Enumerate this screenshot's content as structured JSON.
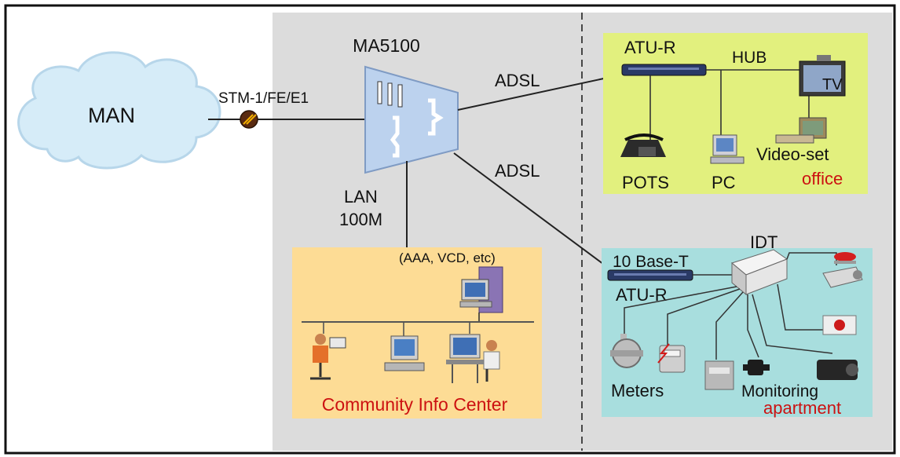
{
  "man": {
    "label": "MAN"
  },
  "uplink": {
    "label": "STM-1/FE/E1"
  },
  "dslam": {
    "label": "MA5100"
  },
  "links": {
    "adsl_office": "ADSL",
    "adsl_apartment": "ADSL",
    "lan_line1": "LAN",
    "lan_line2": "100M"
  },
  "office": {
    "atu_r": "ATU-R",
    "hub": "HUB",
    "tv": "TV",
    "pots": "POTS",
    "pc": "PC",
    "video_set": "Video-set",
    "name": "office"
  },
  "apartment": {
    "idt": "IDT",
    "base_t": "10 Base-T",
    "atu_r": "ATU-R",
    "meters": "Meters",
    "monitoring": "Monitoring",
    "name": "apartment"
  },
  "community": {
    "servers": "(AAA, VCD, etc)",
    "name": "Community Info Center"
  },
  "colors": {
    "frame": "#111111",
    "gray_zone": "#dcdcdc",
    "office_bg": "#e2f07e",
    "apartment_bg": "#a8dede",
    "community_bg": "#fddc95",
    "highlight_text": "#cc1111",
    "cloud": "#d6ecf8"
  }
}
